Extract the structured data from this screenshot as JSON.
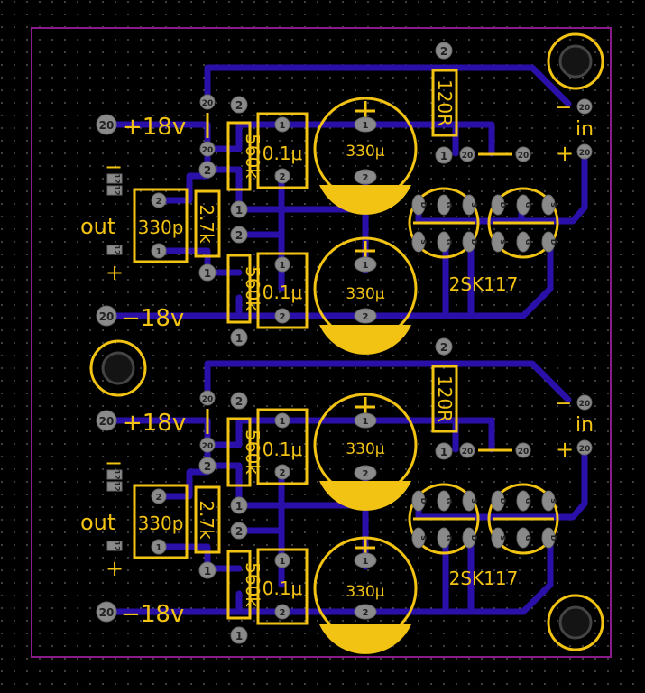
{
  "colors": {
    "background": "#000000",
    "trace": "#2a10a8",
    "silkscreen": "#f2c313",
    "pad": "#8a8a8a",
    "outline": "#8a1a8a"
  },
  "top": {
    "supply_pos": "+18v",
    "supply_neg": "−18v",
    "in_label": "in",
    "in_minus": "−",
    "in_plus": "+",
    "out_label": "out",
    "out_minus": "−",
    "out_plus": "+",
    "r_feedback": "120R",
    "r_top": "560k",
    "r_bottom": "560k",
    "r_mid": "2.7k",
    "c_out": "330p",
    "c_top_small": "0.1μ",
    "c_bot_small": "0.1μ",
    "c_top_big": "330μ",
    "c_bot_big": "330μ",
    "fet_label": "2SK117"
  },
  "bottom": {
    "supply_pos": "+18v",
    "supply_neg": "−18v",
    "in_label": "in",
    "in_minus": "−",
    "in_plus": "+",
    "out_label": "out",
    "out_minus": "−",
    "out_plus": "+",
    "r_feedback": "120R",
    "r_top": "560k",
    "r_bottom": "560k",
    "r_mid": "2.7k",
    "c_out": "330p",
    "c_top_small": "0.1μ",
    "c_bot_small": "0.1μ",
    "c_top_big": "330μ",
    "c_bot_big": "330μ",
    "fet_label": "2SK117"
  },
  "pads": {
    "p1": "1",
    "p2": "2",
    "p20": "20",
    "s": "S",
    "g": "G",
    "d": "D",
    "pad12": "12"
  }
}
